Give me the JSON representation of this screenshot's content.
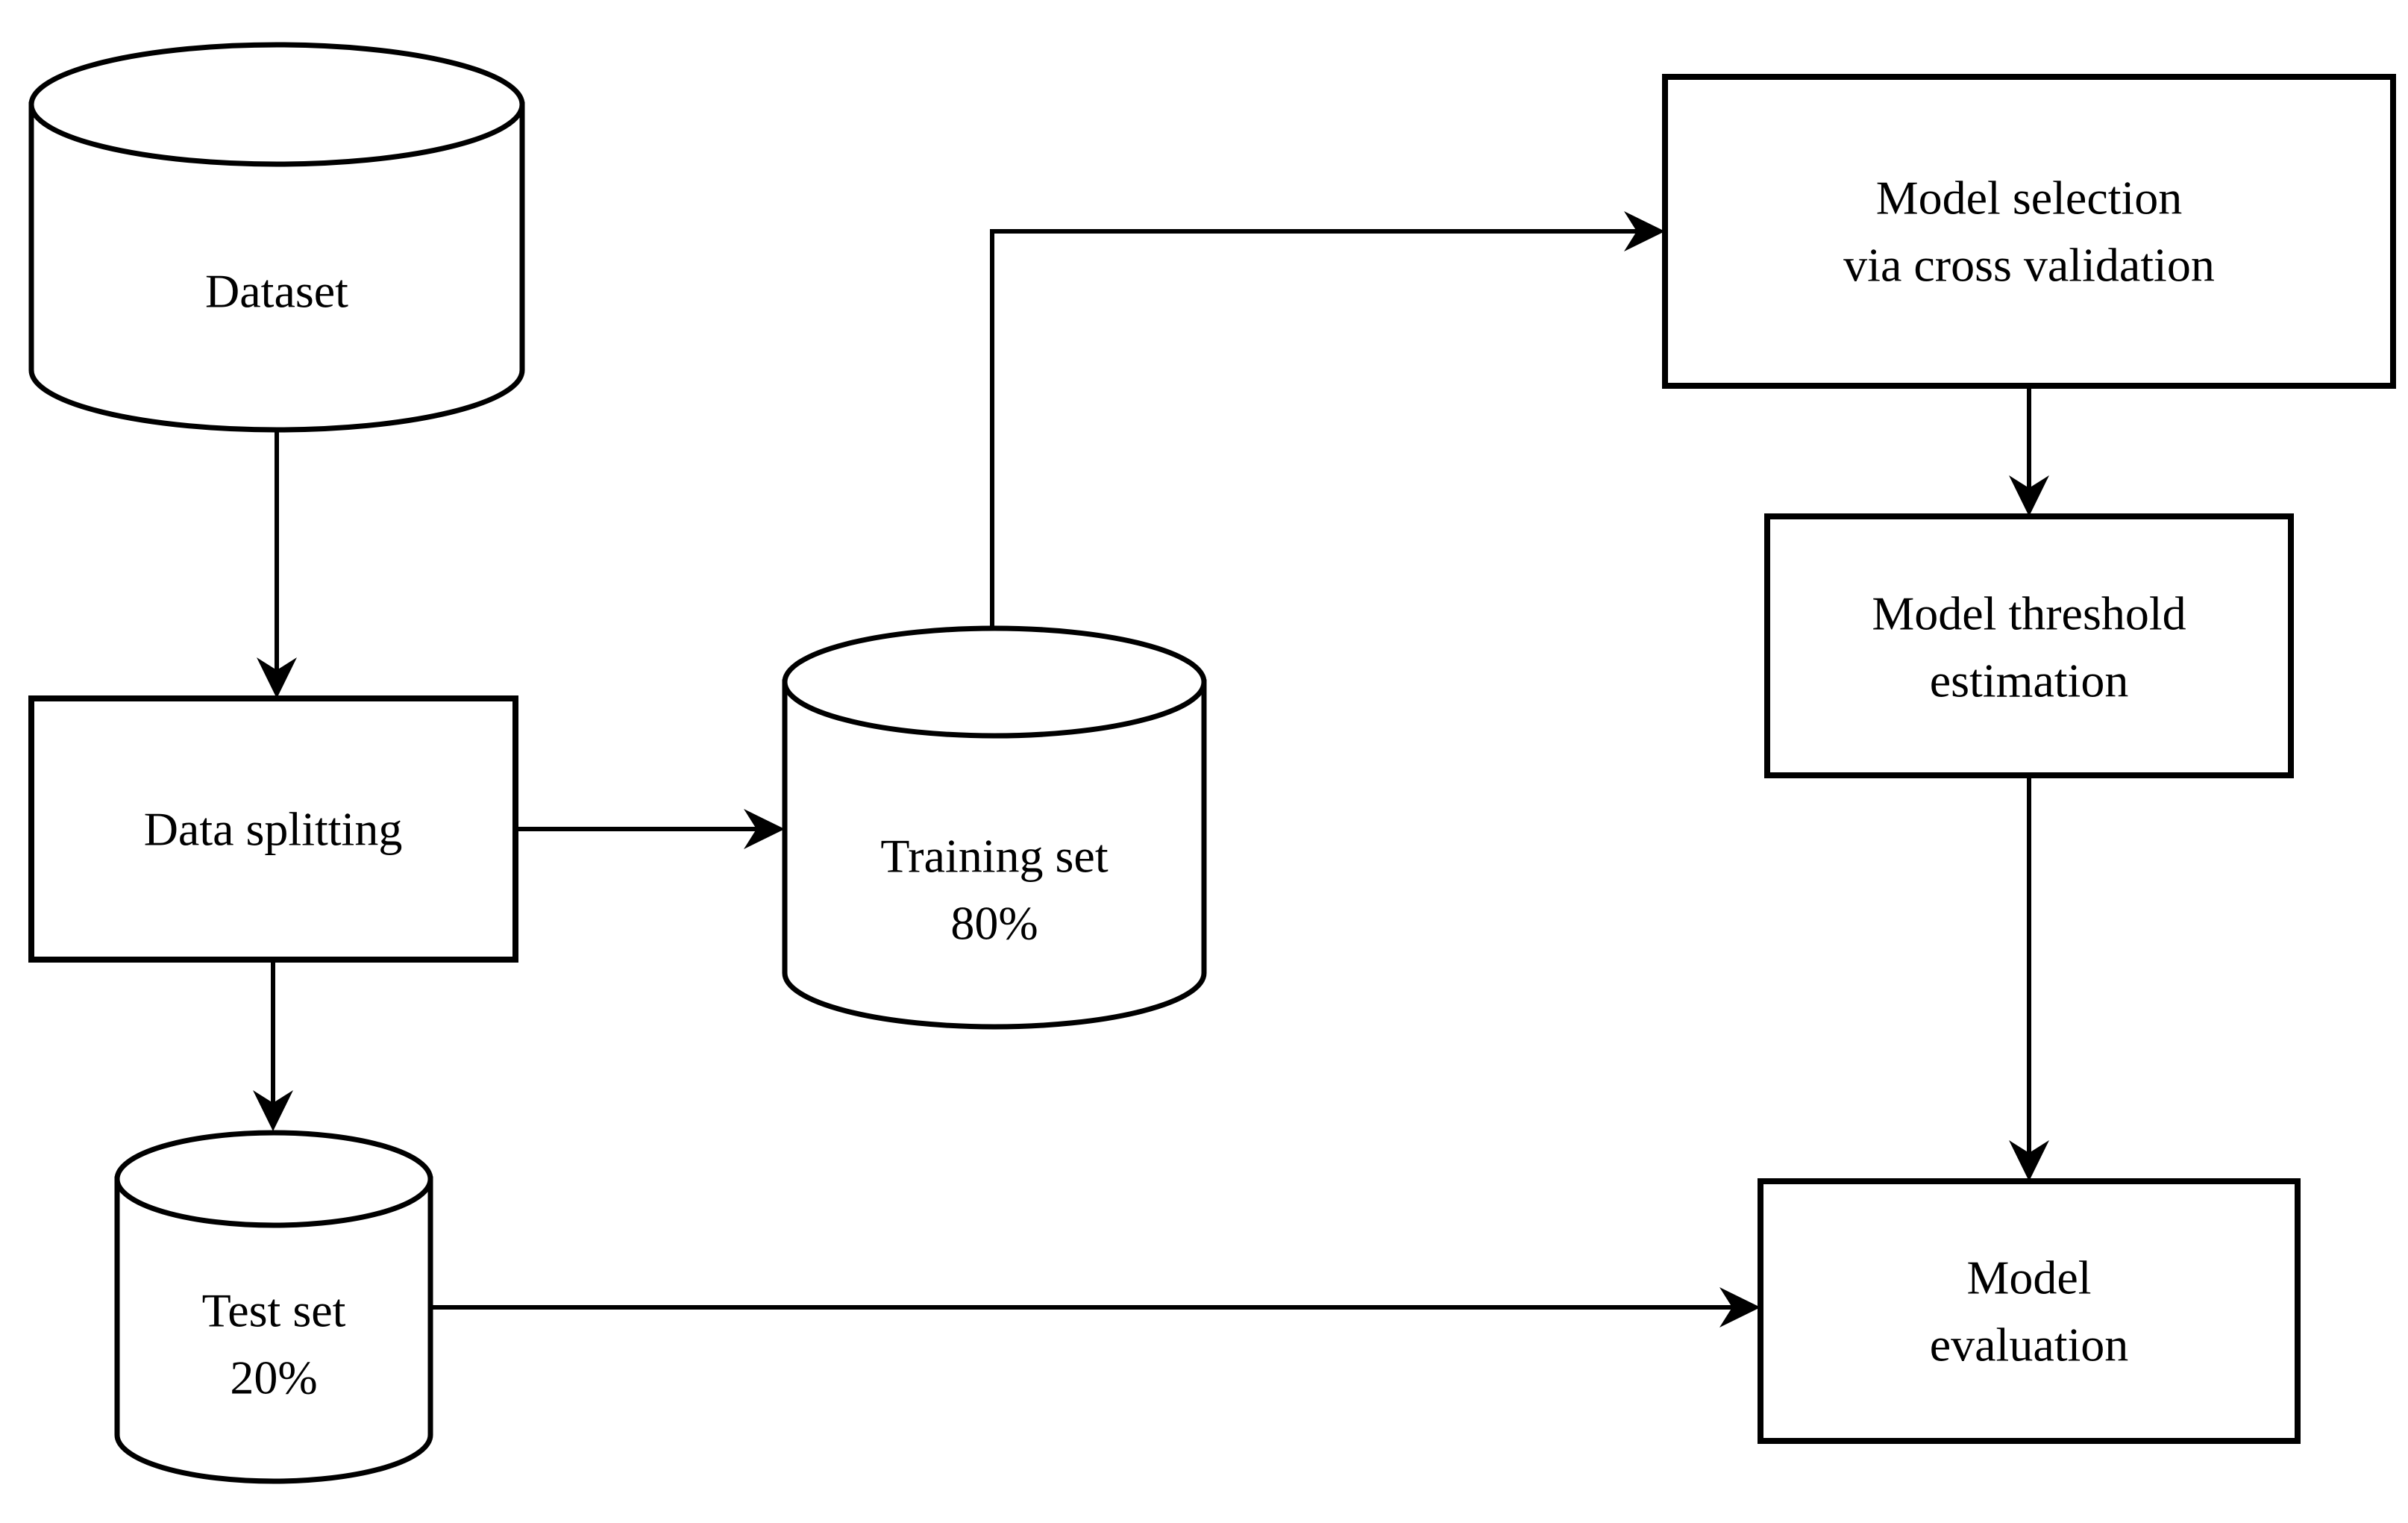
{
  "diagram": {
    "type": "flowchart",
    "background_color": "#ffffff",
    "stroke_color": "#000000",
    "shape_fill_color": "#ffffff",
    "text_color": "#000000",
    "nodes": {
      "dataset": {
        "shape": "cylinder",
        "lines": [
          "Dataset"
        ]
      },
      "data_splitting": {
        "shape": "rectangle",
        "lines": [
          "Data splitting"
        ]
      },
      "training_set": {
        "shape": "cylinder",
        "lines": [
          "Training set",
          "80%"
        ]
      },
      "test_set": {
        "shape": "cylinder",
        "lines": [
          "Test set",
          "20%"
        ]
      },
      "model_selection": {
        "shape": "rectangle",
        "lines": [
          "Model selection",
          "via cross validation"
        ]
      },
      "model_threshold": {
        "shape": "rectangle",
        "lines": [
          "Model threshold",
          "estimation"
        ]
      },
      "model_evaluation": {
        "shape": "rectangle",
        "lines": [
          "Model",
          "evaluation"
        ]
      }
    },
    "edges": [
      {
        "from": "dataset",
        "to": "data_splitting",
        "arrow": "down"
      },
      {
        "from": "data_splitting",
        "to": "training_set",
        "arrow": "right"
      },
      {
        "from": "data_splitting",
        "to": "test_set",
        "arrow": "down"
      },
      {
        "from": "training_set",
        "to": "model_selection",
        "arrow": "right"
      },
      {
        "from": "model_selection",
        "to": "model_threshold",
        "arrow": "down"
      },
      {
        "from": "model_threshold",
        "to": "model_evaluation",
        "arrow": "down"
      },
      {
        "from": "test_set",
        "to": "model_evaluation",
        "arrow": "right"
      }
    ]
  }
}
